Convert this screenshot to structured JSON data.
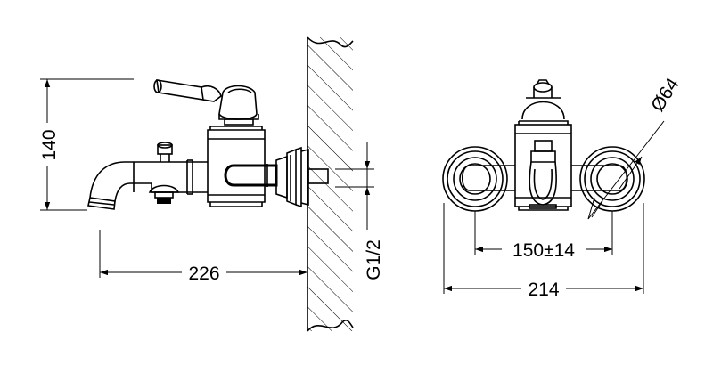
{
  "dimensions": {
    "height": "140",
    "projection": "226",
    "thread": "G1/2",
    "diameter": "Ø64",
    "center_distance": "150±14",
    "overall_width": "214"
  }
}
